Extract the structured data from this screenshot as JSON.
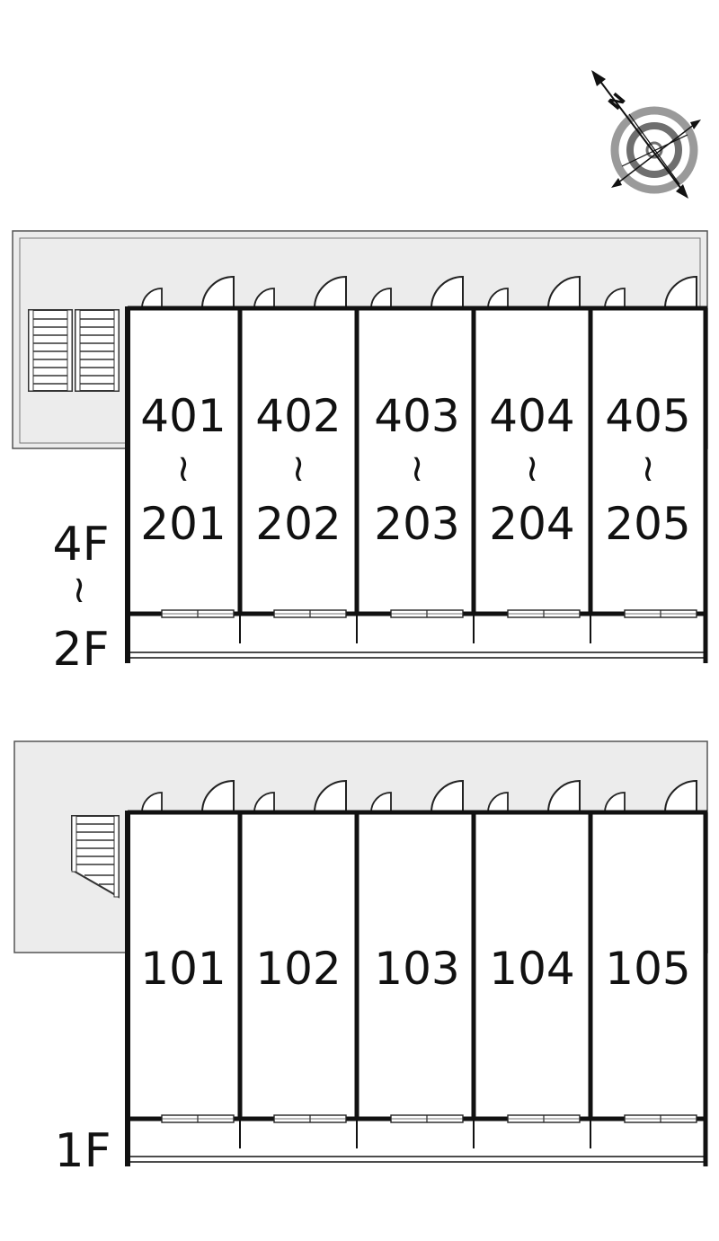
{
  "compass": {
    "north_label": "N",
    "icon": "compass-icon"
  },
  "upper_block": {
    "floor_range": {
      "top": "4F",
      "sep": "≀",
      "bottom": "2F"
    },
    "units": [
      {
        "top": "401",
        "sep": "≀",
        "bottom": "201"
      },
      {
        "top": "402",
        "sep": "≀",
        "bottom": "202"
      },
      {
        "top": "403",
        "sep": "≀",
        "bottom": "203"
      },
      {
        "top": "404",
        "sep": "≀",
        "bottom": "204"
      },
      {
        "top": "405",
        "sep": "≀",
        "bottom": "205"
      }
    ]
  },
  "lower_block": {
    "floor_label": "1F",
    "units": [
      {
        "label": "101"
      },
      {
        "label": "102"
      },
      {
        "label": "103"
      },
      {
        "label": "104"
      },
      {
        "label": "105"
      }
    ]
  },
  "colors": {
    "corridor": "#ebebeb",
    "wall": "#111111",
    "compass_gray": "#8a8a8a"
  }
}
